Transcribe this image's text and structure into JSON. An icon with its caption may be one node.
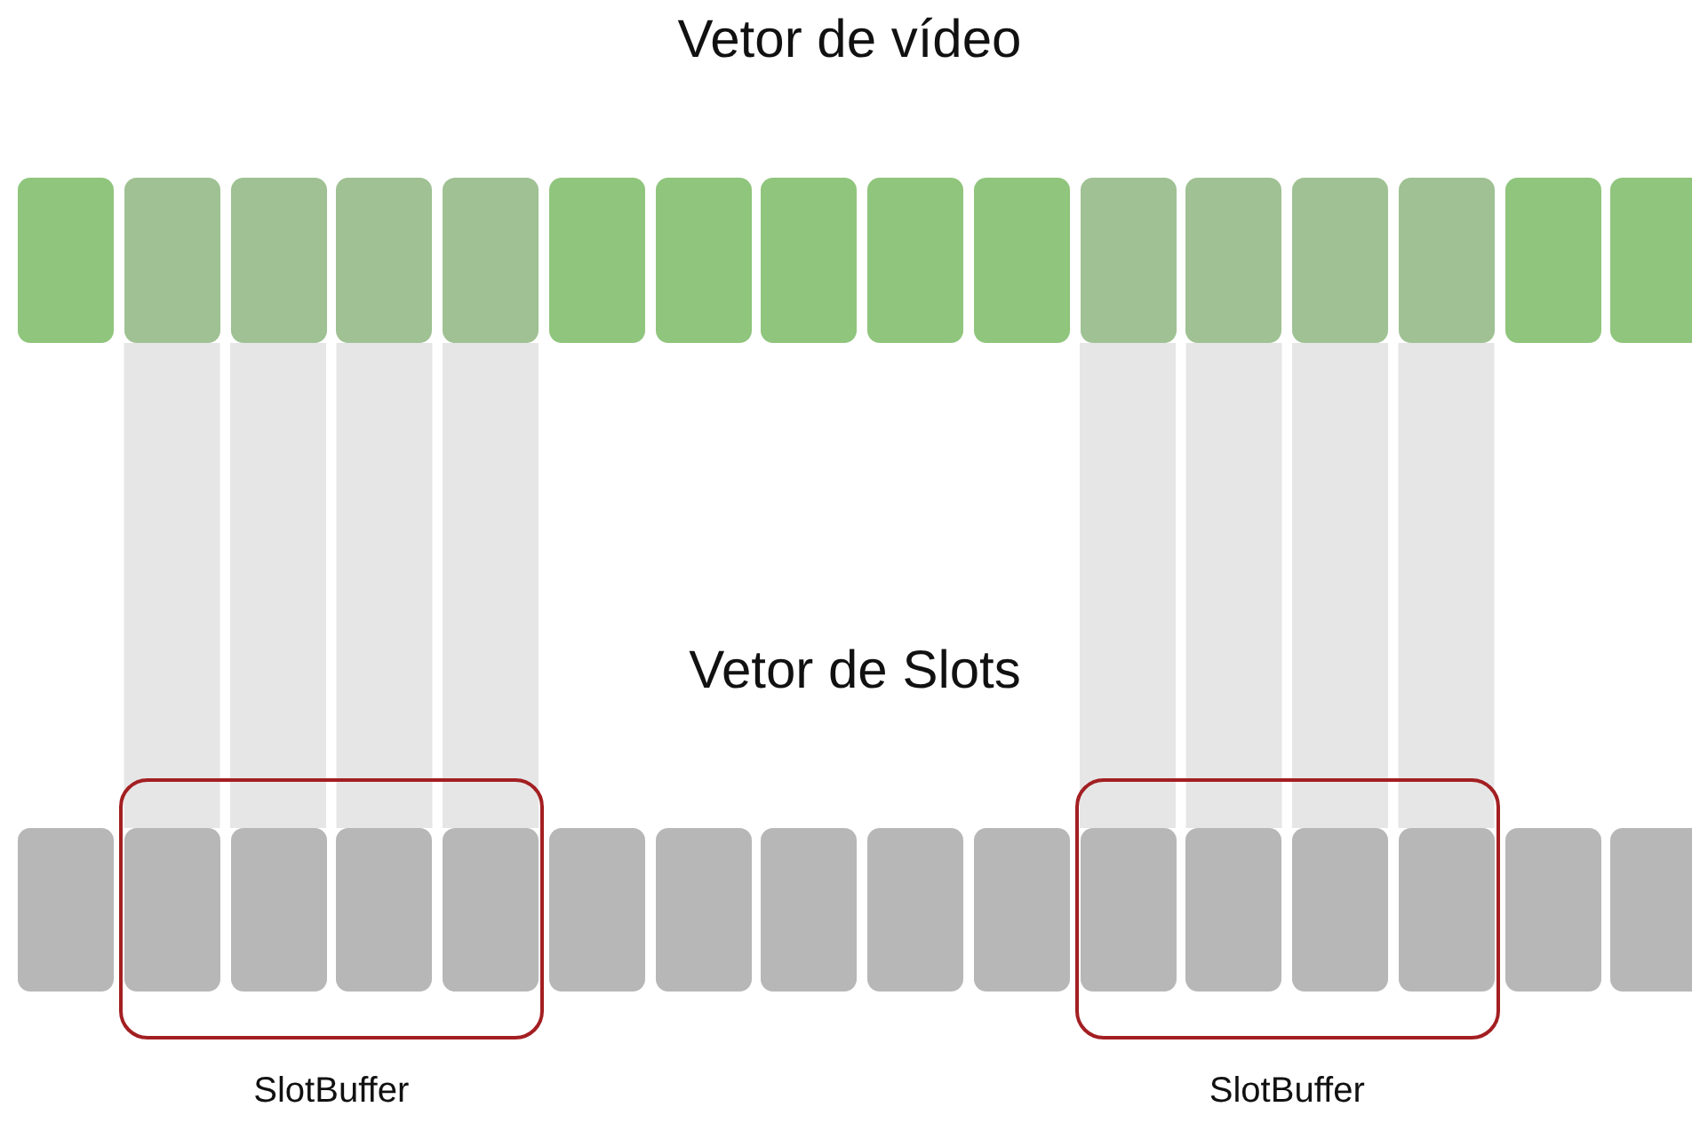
{
  "diagram": {
    "title": "Vetor de vídeo",
    "nodes": [
      {
        "text": [],
        "shape": "box"
      },
      {
        "text": [],
        "shape": "box"
      },
      {
        "text": [],
        "shape": "box"
      },
      {
        "text": [],
        "shape": "box"
      },
      {
        "text": [],
        "shape": "box"
      },
      {
        "text": [],
        "shape": "box"
      },
      {
        "text": [],
        "shape": "box"
      },
      {
        "text": [],
        "shape": "box"
      },
      {
        "text": [],
        "shape": "box"
      },
      {
        "text": [],
        "shape": "box"
      },
      {
        "text": [],
        "shape": "box"
      },
      {
        "text": [],
        "shape": "box"
      },
      {
        "text": [],
        "shape": "box"
      },
      {
        "text": [],
        "shape": "box"
      },
      {
        "text": [],
        "shape": "box"
      },
      {
        "text": [],
        "shape": "box"
      },
      {
        "text": [],
        "shape": "box"
      },
      {
        "text": [
          "SlotBuffer"
        ]
      },
      {
        "text": [],
        "shape": "box",
        "in": 17
      },
      {
        "text": [],
        "shape": "box",
        "in": 17
      },
      {
        "text": [],
        "shape": "box",
        "in": 17
      },
      {
        "text": [],
        "shape": "box",
        "in": 17
      },
      {
        "text": [],
        "shape": "box"
      },
      {
        "text": [],
        "shape": "box"
      },
      {
        "text": [],
        "shape": "box"
      },
      {
        "text": [],
        "shape": "box"
      },
      {
        "text": [],
        "shape": "box"
      },
      {
        "text": [
          "SlotBuffer"
        ]
      },
      {
        "text": [],
        "shape": "box",
        "in": 27
      },
      {
        "text": [],
        "shape": "box",
        "in": 27
      },
      {
        "text": [],
        "shape": "box",
        "in": 27
      },
      {
        "text": [],
        "shape": "box",
        "in": 27
      },
      {
        "text": [],
        "shape": "box"
      },
      {
        "text": [],
        "shape": "box"
      }
    ],
    "edges": [
      {
        "from": 1,
        "to": 18,
        "arrow": "none"
      },
      {
        "from": 2,
        "to": 19,
        "arrow": "none"
      },
      {
        "from": 3,
        "to": 20,
        "arrow": "none"
      },
      {
        "from": 4,
        "to": 21,
        "arrow": "none"
      },
      {
        "from": 10,
        "to": 28,
        "arrow": "none"
      },
      {
        "from": 11,
        "to": 29,
        "arrow": "none"
      },
      {
        "from": 12,
        "to": 30,
        "arrow": "none"
      },
      {
        "from": 13,
        "to": 31,
        "arrow": "none"
      }
    ],
    "labels": [
      "Vetor de Slots"
    ]
  }
}
